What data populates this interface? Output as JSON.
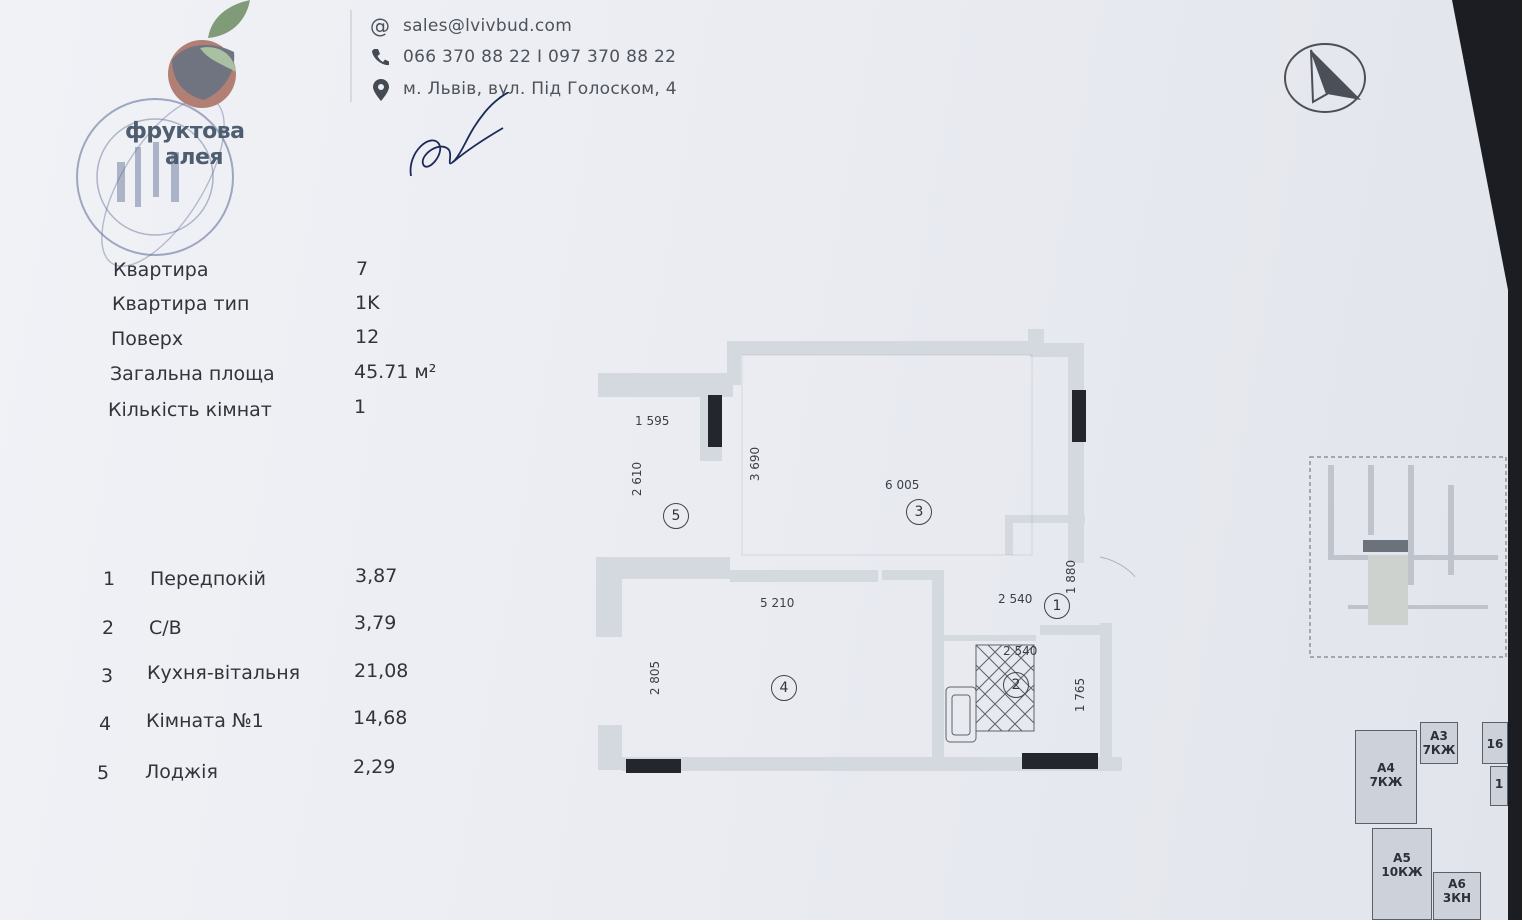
{
  "logo": {
    "line1": "фруктова",
    "line2": "алея",
    "colors": {
      "leaf": "#7f9b78",
      "fruit": "#b27f74",
      "dark": "#6f6e74"
    }
  },
  "contacts": {
    "email": "sales@lvivbud.com",
    "phone": "066 370 88 22 I 097 370 88 22",
    "address": "м. Львів, вул. Під Голоском, 4"
  },
  "apartment": {
    "rows": [
      {
        "label": "Квартира",
        "value": "7"
      },
      {
        "label": "Квартира тип",
        "value": "1K"
      },
      {
        "label": "Поверх",
        "value": "12"
      },
      {
        "label": "Загальна площа",
        "value": "45.71 м²"
      },
      {
        "label": "Кількість кімнат",
        "value": "1"
      }
    ]
  },
  "rooms": [
    {
      "num": "1",
      "name": "Передпокій",
      "area": "3,87"
    },
    {
      "num": "2",
      "name": "С/В",
      "area": "3,79"
    },
    {
      "num": "3",
      "name": "Кухня-вітальня",
      "area": "21,08"
    },
    {
      "num": "4",
      "name": "Кімната №1",
      "area": "14,68"
    },
    {
      "num": "5",
      "name": "Лоджія",
      "area": "2,29"
    }
  ],
  "plan": {
    "dims": {
      "d1595": "1 595",
      "d2610": "2 610",
      "d3690": "3 690",
      "d6005": "6 005",
      "d1880": "1 880",
      "d2540a": "2 540",
      "d5210": "5 210",
      "d2540b": "2 540",
      "d2805": "2 805",
      "d1765": "1 765"
    },
    "labels": {
      "r1": "1",
      "r2": "2",
      "r3": "3",
      "r4": "4",
      "r5": "5"
    }
  },
  "section_chips": {
    "a3": "A3\n7КЖ",
    "a4": "A4\n7КЖ",
    "a5": "A5\n10КЖ",
    "a6": "A6\n3КН",
    "c16": "16",
    "c1": "1"
  },
  "icons": [
    "at-icon",
    "phone-icon",
    "location-pin-icon",
    "compass-icon"
  ]
}
